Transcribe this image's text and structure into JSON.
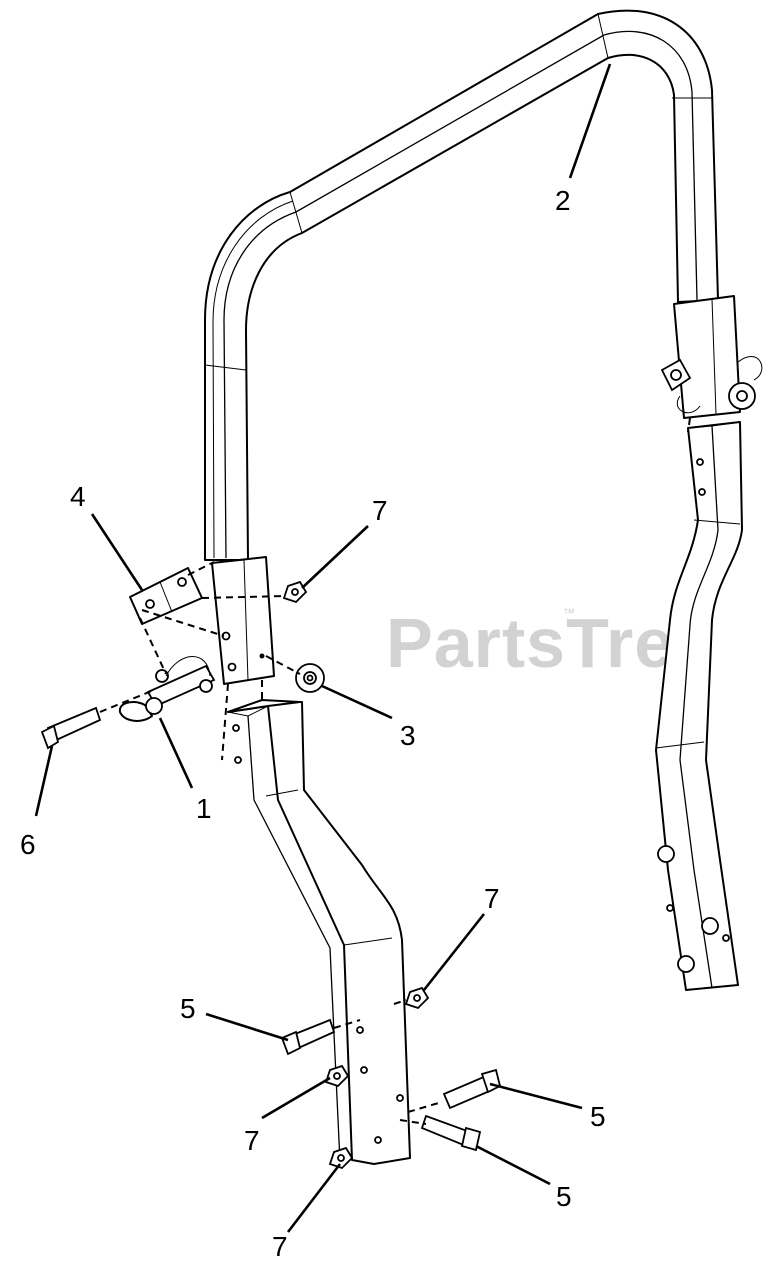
{
  "diagram": {
    "watermark": "PartsTree",
    "trademark": "™",
    "callouts": [
      {
        "id": "c1",
        "text": "1"
      },
      {
        "id": "c2",
        "text": "2"
      },
      {
        "id": "c3",
        "text": "3"
      },
      {
        "id": "c4",
        "text": "4"
      },
      {
        "id": "c5a",
        "text": "5"
      },
      {
        "id": "c5b",
        "text": "5"
      },
      {
        "id": "c5c",
        "text": "5"
      },
      {
        "id": "c6",
        "text": "6"
      },
      {
        "id": "c7a",
        "text": "7"
      },
      {
        "id": "c7b",
        "text": "7"
      },
      {
        "id": "c7c",
        "text": "7"
      },
      {
        "id": "c7d",
        "text": "7"
      }
    ]
  }
}
